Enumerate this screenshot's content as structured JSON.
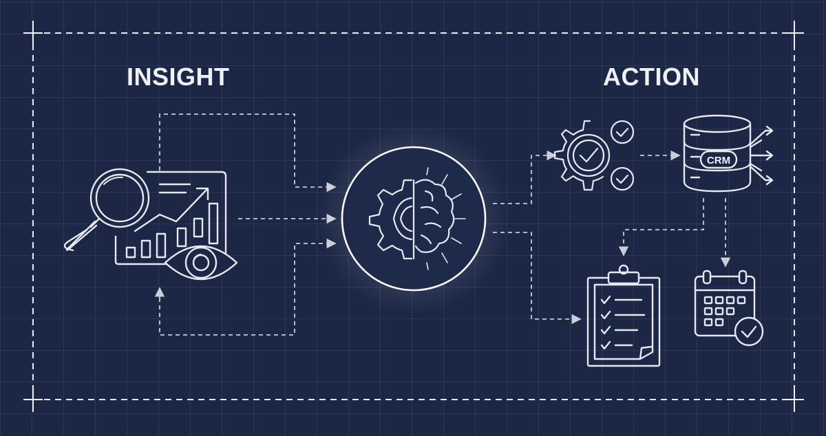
{
  "diagram": {
    "left_title": "INSIGHT",
    "right_title": "ACTION",
    "crm_label": "CRM"
  },
  "colors": {
    "background": "#1b2745",
    "grid": "#2a3657",
    "line": "#e6e9ef",
    "dashed_connector": "#c9ced8",
    "glow": "#ffffff"
  },
  "icons": [
    "magnifier-icon",
    "analytics-chart-icon",
    "eye-icon",
    "gear-brain-icon",
    "gear-check-icon",
    "crm-database-icon",
    "clipboard-checklist-icon",
    "calendar-check-icon"
  ]
}
